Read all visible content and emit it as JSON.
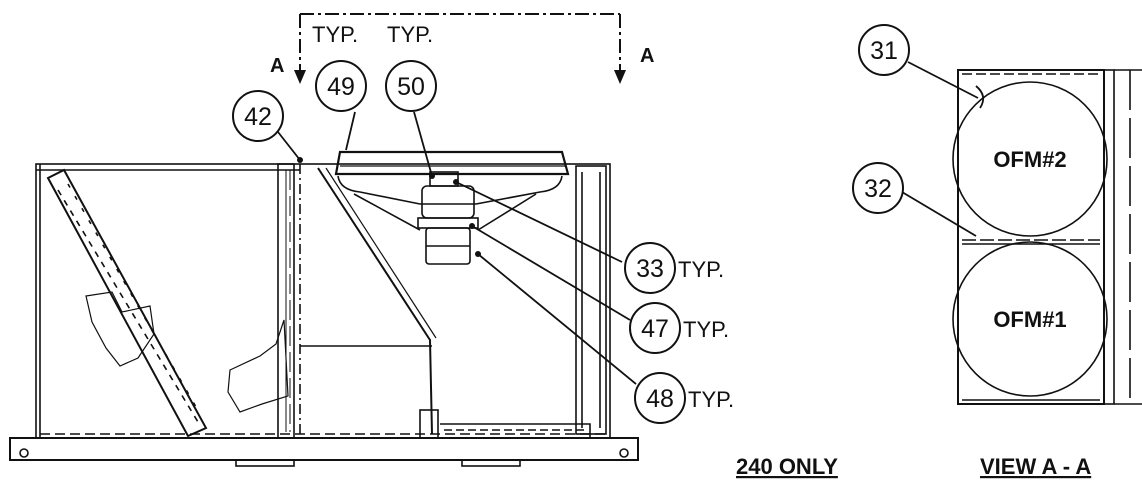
{
  "view_markers": {
    "left": "A",
    "right": "A"
  },
  "typ_labels": {
    "top_left": "TYP.",
    "top_right": "TYP."
  },
  "balloons": {
    "b42": "42",
    "b49": "49",
    "b50": "50",
    "b33": "33",
    "b47": "47",
    "b48": "48",
    "b31": "31",
    "b32": "32"
  },
  "callout_suffix": {
    "b33": "TYP.",
    "b47": "TYP.",
    "b48": "TYP."
  },
  "fans": {
    "upper": "OFM#2",
    "lower": "OFM#1"
  },
  "captions": {
    "left": "240 ONLY",
    "right": "VIEW A - A"
  }
}
